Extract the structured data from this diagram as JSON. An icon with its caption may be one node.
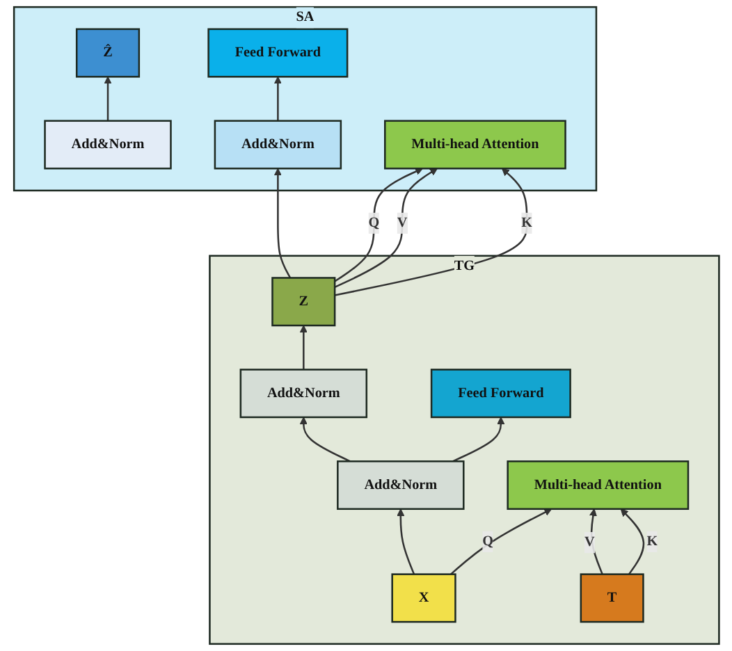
{
  "diagram": {
    "nodes": [
      {
        "text": [
          "TG"
        ]
      },
      {
        "text": [
          "Z"
        ],
        "in": 0
      },
      {
        "text": [
          "Add&Norm"
        ],
        "in": 0
      },
      {
        "text": [
          "Feed Forward"
        ],
        "in": 0
      },
      {
        "text": [
          "Add&Norm"
        ],
        "in": 0
      },
      {
        "text": [
          "Multi-head Attention"
        ],
        "in": 0
      },
      {
        "text": [
          "X"
        ],
        "in": 0
      },
      {
        "text": [
          "T"
        ],
        "in": 0
      },
      {
        "text": [
          "SA"
        ]
      },
      {
        "text": [
          "Ẑ"
        ],
        "in": 8
      },
      {
        "text": [
          "Add&Norm"
        ],
        "in": 8
      },
      {
        "text": [
          "Feed Forward"
        ],
        "in": 8
      },
      {
        "text": [
          "Add&Norm"
        ],
        "in": 8
      },
      {
        "text": [
          "Multi-head Attention"
        ],
        "in": 8
      }
    ],
    "edges": [
      {
        "from": 6,
        "to": 5,
        "arrow": "to",
        "label": "Q"
      },
      {
        "from": 6,
        "to": 4,
        "arrow": "to"
      },
      {
        "from": 7,
        "to": 5,
        "arrow": "to",
        "label": "V"
      },
      {
        "from": 7,
        "to": 5,
        "arrow": "to",
        "label": "K"
      },
      {
        "from": 4,
        "to": 3,
        "arrow": "to"
      },
      {
        "from": 4,
        "to": 2,
        "arrow": "to"
      },
      {
        "from": 2,
        "to": 1,
        "arrow": "to"
      },
      {
        "from": 1,
        "to": 12,
        "arrow": "to"
      },
      {
        "from": 1,
        "to": 13,
        "arrow": "to",
        "label": "Q"
      },
      {
        "from": 1,
        "to": 13,
        "arrow": "to",
        "label": "V"
      },
      {
        "from": 1,
        "to": 13,
        "arrow": "to",
        "label": "K"
      },
      {
        "from": 12,
        "to": 11,
        "arrow": "to"
      },
      {
        "from": 10,
        "to": 9,
        "arrow": "to"
      }
    ]
  }
}
